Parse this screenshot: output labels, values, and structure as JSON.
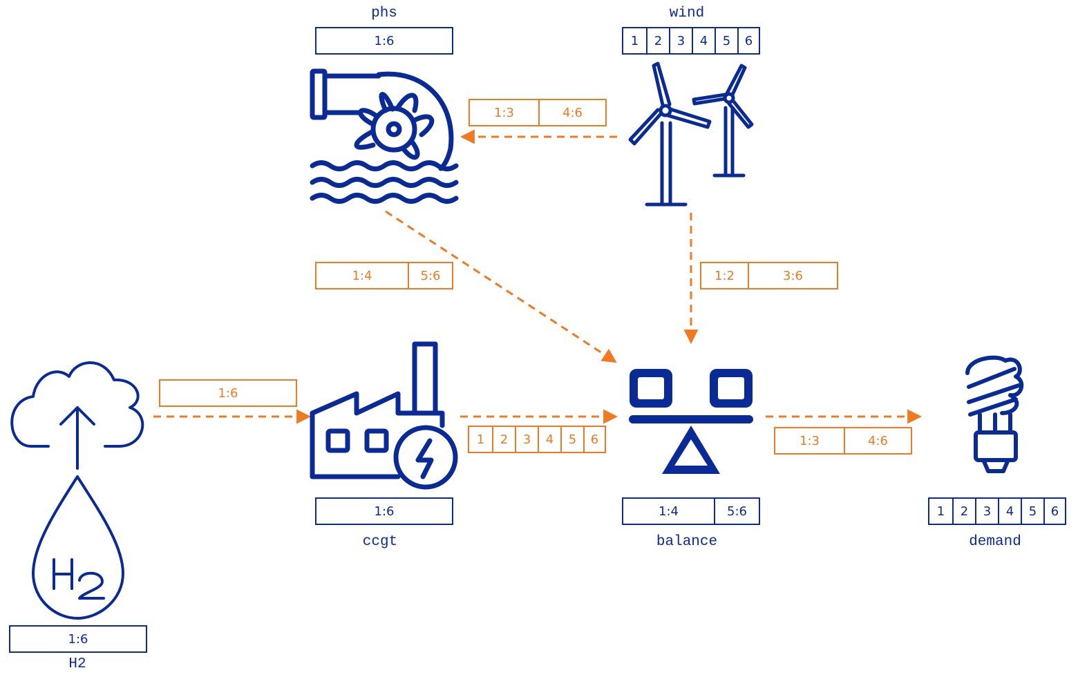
{
  "colors": {
    "primary": "#0a2a96",
    "accent": "#ef7a22"
  },
  "nodes": {
    "phs": {
      "label": "phs",
      "icon": "pumped-hydro-icon",
      "timesteps": [
        "1:6"
      ]
    },
    "wind": {
      "label": "wind",
      "icon": "wind-turbine-icon",
      "timesteps": [
        "1",
        "2",
        "3",
        "4",
        "5",
        "6"
      ]
    },
    "h2": {
      "label": "H2",
      "icon": "hydrogen-cloud-icon",
      "timesteps": [
        "1:6"
      ]
    },
    "ccgt": {
      "label": "ccgt",
      "icon": "power-plant-icon",
      "timesteps": [
        "1:6"
      ]
    },
    "balance": {
      "label": "balance",
      "icon": "balance-scale-icon",
      "timesteps": [
        "1:4",
        "5:6"
      ]
    },
    "demand": {
      "label": "demand",
      "icon": "light-bulb-icon",
      "timesteps": [
        "1",
        "2",
        "3",
        "4",
        "5",
        "6"
      ]
    }
  },
  "edges": {
    "wind_phs": {
      "from": "wind",
      "to": "phs",
      "timesteps": [
        "1:3",
        "4:6"
      ]
    },
    "phs_balance": {
      "from": "phs",
      "to": "balance",
      "timesteps": [
        "1:4",
        "5:6"
      ]
    },
    "wind_balance": {
      "from": "wind",
      "to": "balance",
      "timesteps": [
        "1:2",
        "3:6"
      ]
    },
    "h2_ccgt": {
      "from": "h2",
      "to": "ccgt",
      "timesteps": [
        "1:6"
      ]
    },
    "ccgt_balance": {
      "from": "ccgt",
      "to": "balance",
      "timesteps": [
        "1",
        "2",
        "3",
        "4",
        "5",
        "6"
      ]
    },
    "balance_demand": {
      "from": "balance",
      "to": "demand",
      "timesteps": [
        "1:3",
        "4:6"
      ]
    }
  }
}
